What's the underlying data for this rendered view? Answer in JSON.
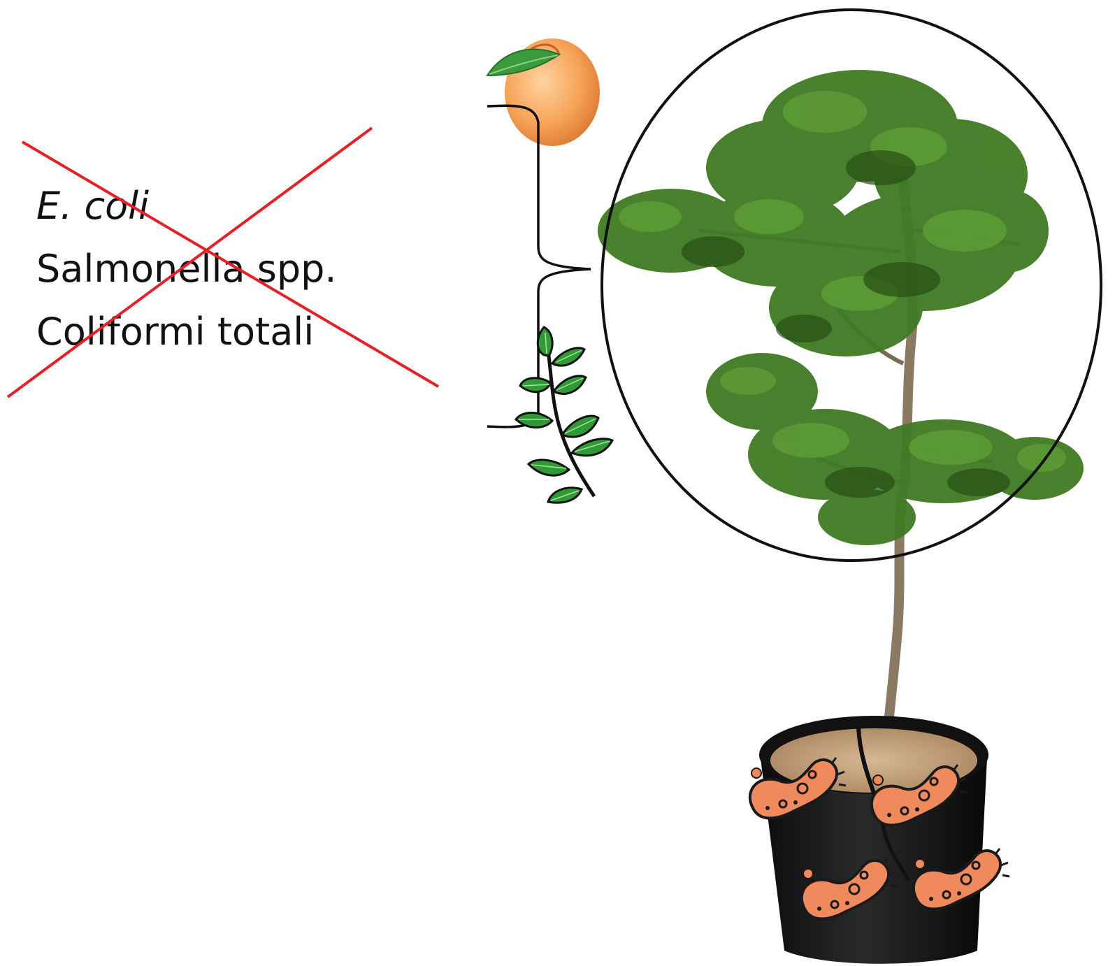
{
  "labels": [
    {
      "text": "E. coli",
      "italic": true
    },
    {
      "text": "Salmonella spp.",
      "italic": false
    },
    {
      "text": "Coliformi totali",
      "italic": false
    }
  ],
  "icons": [
    "peach-icon",
    "leaf-branch-icon",
    "tree-illustration",
    "plant-pot-icon",
    "bacteria-icon"
  ],
  "colors": {
    "cross": "#e32126",
    "peach": "#f59a4a",
    "leaf": "#2f9a36",
    "tree_foliage": "#3f7a22",
    "bacteria": "#f08a5d",
    "pot": "#1b1b1b",
    "soil": "#c8a77f"
  }
}
